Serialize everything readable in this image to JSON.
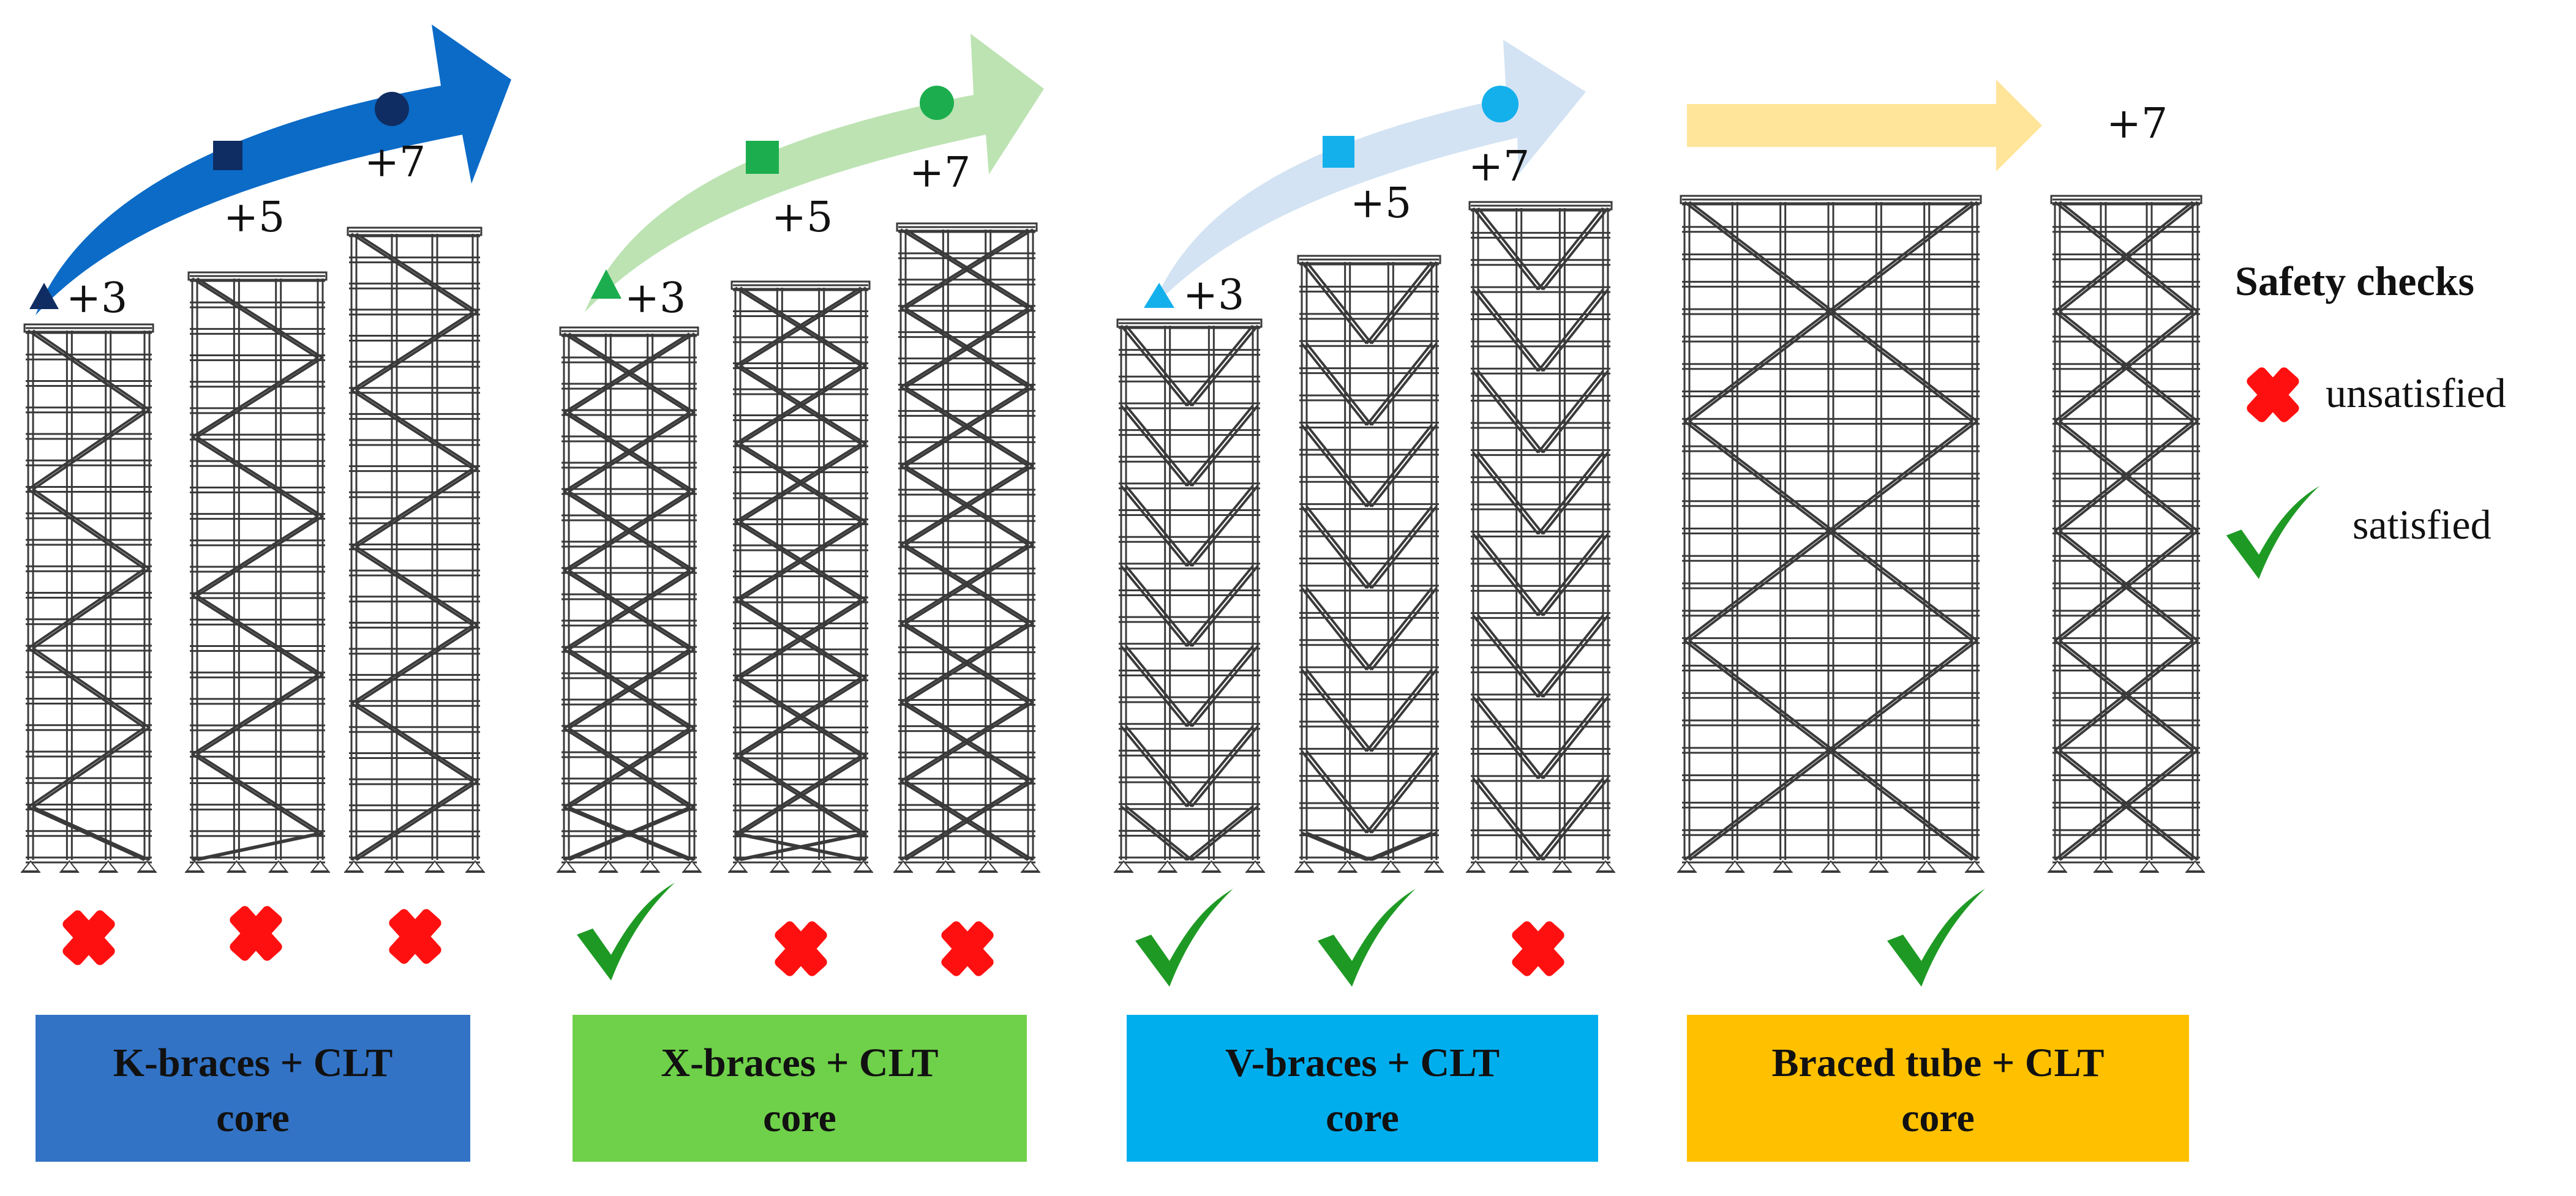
{
  "colors": {
    "k_group": "#3273c5",
    "x_group": "#6fd04a",
    "v_group": "#00aeee",
    "tube_group": "#ffc000",
    "k_arrow": "#0b6bc7",
    "x_arrow": "#bde3b3",
    "v_arrow": "#d3e3f3",
    "tube_arrow": "#ffe599",
    "k_marker": "#0f2d62",
    "x_marker": "#1cae4e",
    "v_marker": "#14b0ec",
    "fail": "#ff1010",
    "pass": "#1e9a24",
    "frame": "#3a3a3a"
  },
  "legend": {
    "title": "Safety checks",
    "unsatisfied": "unsatisfied",
    "satisfied": "satisfied"
  },
  "groups": [
    {
      "key": "k",
      "caption_line1": "K-braces + CLT",
      "caption_line2": "core",
      "bracing": "K-braces",
      "marker_shapes": [
        "triangle-icon",
        "square-icon",
        "circle-icon"
      ],
      "structures": [
        {
          "storey_label": "+3",
          "safety_check": "unsatisfied",
          "floors": 20
        },
        {
          "storey_label": "+5",
          "safety_check": "unsatisfied",
          "floors": 22
        },
        {
          "storey_label": "+7",
          "safety_check": "unsatisfied",
          "floors": 24
        }
      ]
    },
    {
      "key": "x",
      "caption_line1": "X-braces + CLT",
      "caption_line2": "core",
      "bracing": "X-braces",
      "marker_shapes": [
        "triangle-icon",
        "square-icon",
        "circle-icon"
      ],
      "structures": [
        {
          "storey_label": "+3",
          "safety_check": "satisfied",
          "floors": 20
        },
        {
          "storey_label": "+5",
          "safety_check": "unsatisfied",
          "floors": 22
        },
        {
          "storey_label": "+7",
          "safety_check": "unsatisfied",
          "floors": 24
        }
      ]
    },
    {
      "key": "v",
      "caption_line1": "V-braces + CLT",
      "caption_line2": "core",
      "bracing": "V-braces",
      "marker_shapes": [
        "triangle-icon",
        "square-icon",
        "circle-icon"
      ],
      "structures": [
        {
          "storey_label": "+3",
          "safety_check": "satisfied",
          "floors": 20
        },
        {
          "storey_label": "+5",
          "safety_check": "satisfied",
          "floors": 22
        },
        {
          "storey_label": "+7",
          "safety_check": "unsatisfied",
          "floors": 24
        }
      ]
    },
    {
      "key": "tube",
      "caption_line1": "Braced tube + CLT",
      "caption_line2": "core",
      "bracing": "Braced tube",
      "storey_label": "+7",
      "safety_check": "satisfied",
      "structures": [
        {
          "view": "front",
          "floors": 24
        },
        {
          "view": "side",
          "floors": 24
        }
      ]
    }
  ]
}
